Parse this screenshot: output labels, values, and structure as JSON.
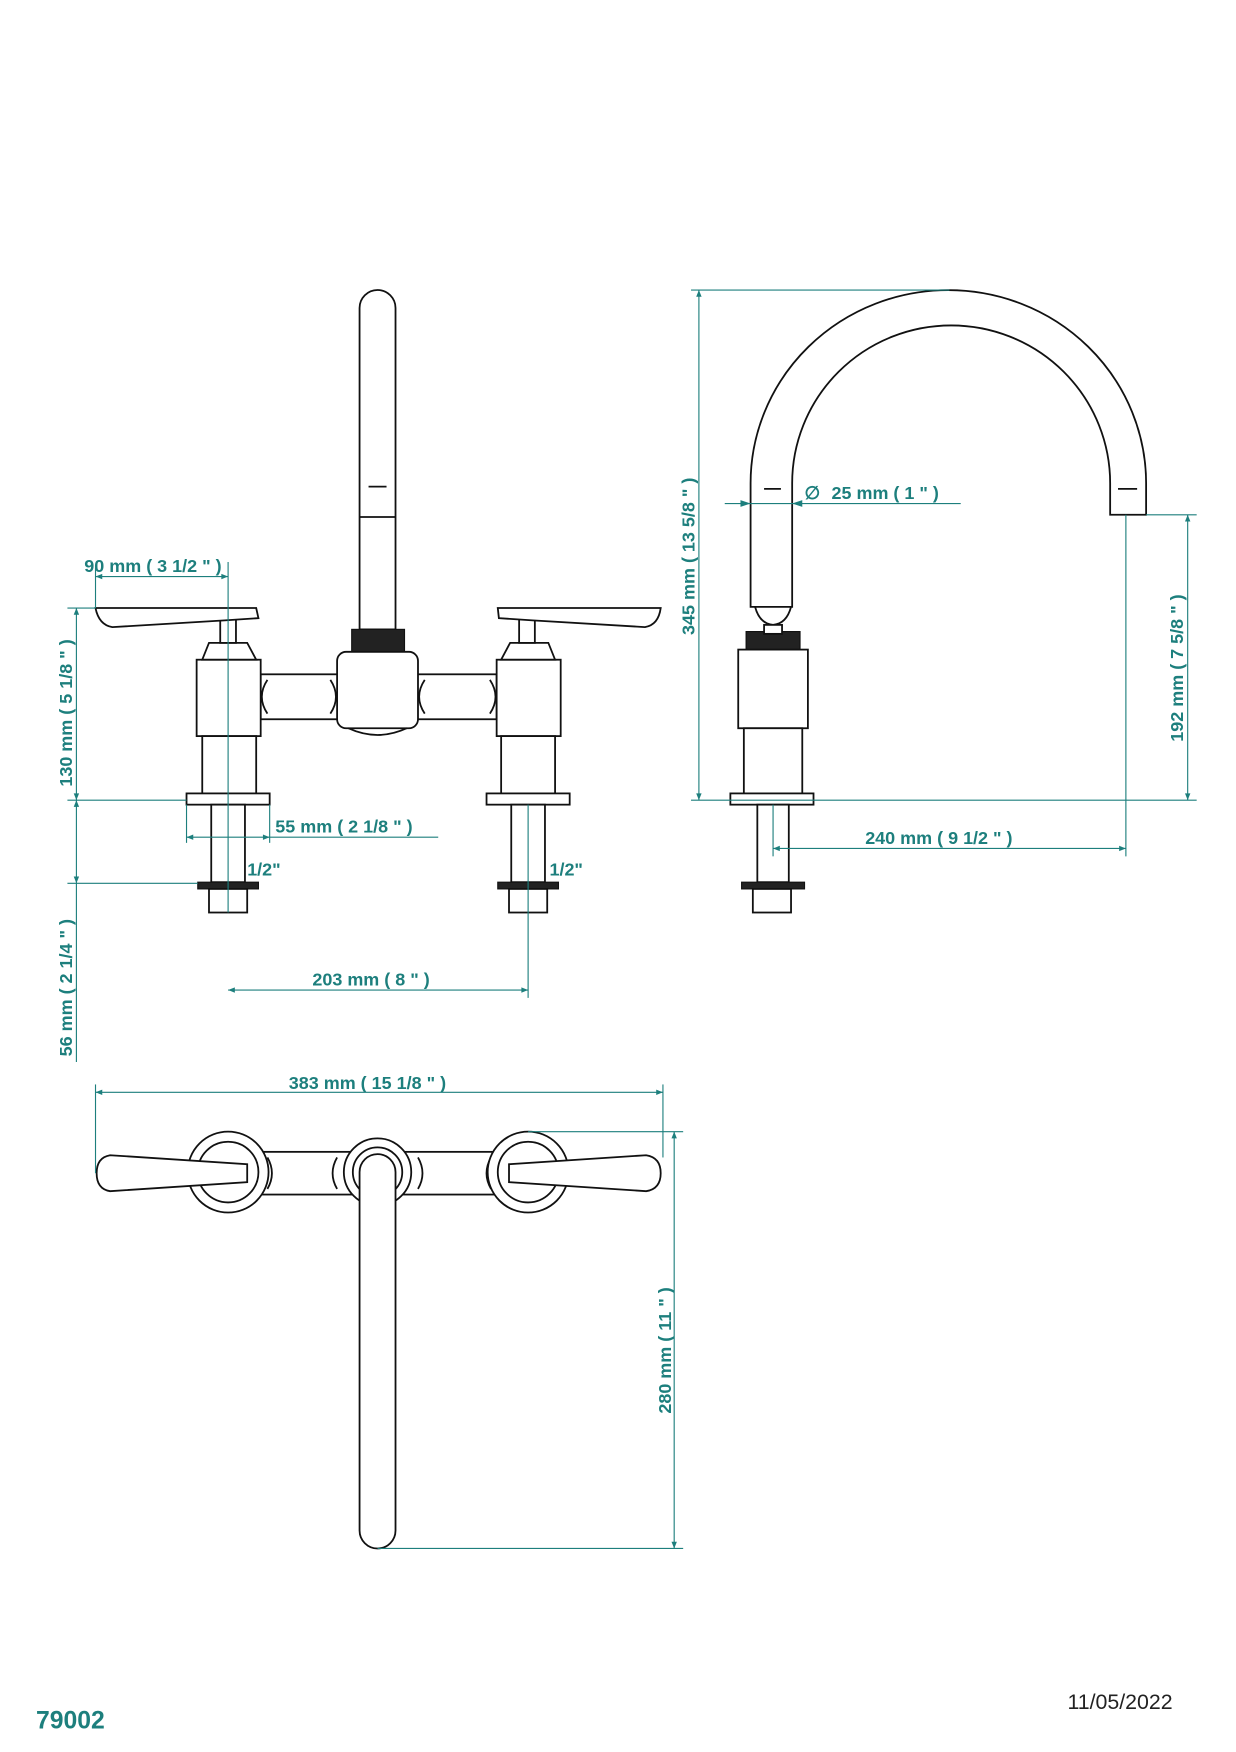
{
  "dimensions": {
    "handle_reach": "90 mm ( 3 1/2 \" )",
    "body_height": "130 mm ( 5 1/8 \" )",
    "shank_length": "56 mm ( 2 1/4 \" )",
    "flange_diameter": "55 mm ( 2 1/8 \" )",
    "thread_left": "1/2\"",
    "thread_right": "1/2\"",
    "center_spacing": "203 mm ( 8 \" )",
    "total_height": "345 mm ( 13 5/8 \" )",
    "spout_diameter_symbol": "∅",
    "spout_diameter": "25 mm ( 1 \" )",
    "spout_clearance": "192 mm ( 7 5/8 \" )",
    "spout_reach": "240 mm ( 9 1/2 \" )",
    "overall_width": "383 mm ( 15 1/8 \" )",
    "overall_depth": "280 mm ( 11 \" )"
  },
  "footer": {
    "product_code": "79002",
    "date": "11/05/2022"
  },
  "colors": {
    "dimension": "#1d7f7d",
    "outline": "#111111"
  }
}
